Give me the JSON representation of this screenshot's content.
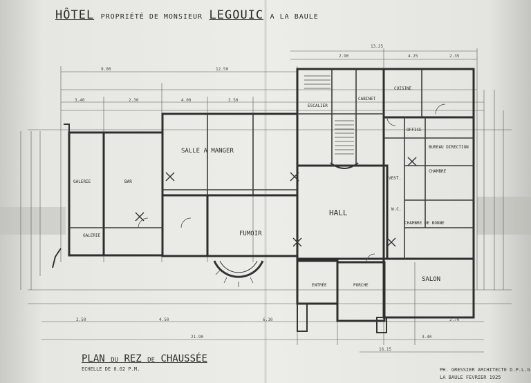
{
  "header": {
    "title_prefix": "HÔTEL",
    "title_connector": "PROPRIÉTÉ DE MONSIEUR",
    "owner": "LEGOUIC",
    "title_suffix": "A LA BAULE"
  },
  "plan_title": {
    "part1": "PLAN",
    "part2": "DU",
    "part3": "REZ",
    "part4": "DE",
    "part5": "CHAUSSÉE"
  },
  "scale": "ECHELLE DE 0.02 P.M.",
  "signature": {
    "line1": "PH. GRESSIER ARCHITECTE D.P.L.G.",
    "line2": "LA BAULE FEVRIER 1925"
  },
  "rooms": {
    "salle_a_manger": "SALLE A MANGER",
    "hall": "HALL",
    "fumoir": "FUMOIR",
    "salon": "SALON",
    "bar": "BAR",
    "galerie": "GALERIE",
    "galerie_bottom": "GALERIE",
    "porche": "PORCHE",
    "entree": "ENTRÉE",
    "bureau": "BUREAU DIRECTION",
    "chambre": "CHAMBRE",
    "office": "OFFICE",
    "cuisine": "CUISINE",
    "escalier": "ESCALIER",
    "chambre_bonne": "CHAMBRE DE BONNE",
    "cabinet": "CABINET",
    "vest": "VEST.",
    "wc": "W.C."
  },
  "dimensions": {
    "top_total": "13.25",
    "left_upper": "9.00",
    "mid_upper": "12.50",
    "bottom_total": "21.90",
    "right_bottom": "16.15",
    "d1": "2.90",
    "d2": "4.25",
    "d3": "2.35",
    "d4": "3.40",
    "d5": "2.30",
    "d6": "4.00",
    "d7": "3.50",
    "d8": "2.50",
    "d9": "4.50",
    "d10": "6.10",
    "d11": "3.40",
    "d12": "2.70"
  }
}
